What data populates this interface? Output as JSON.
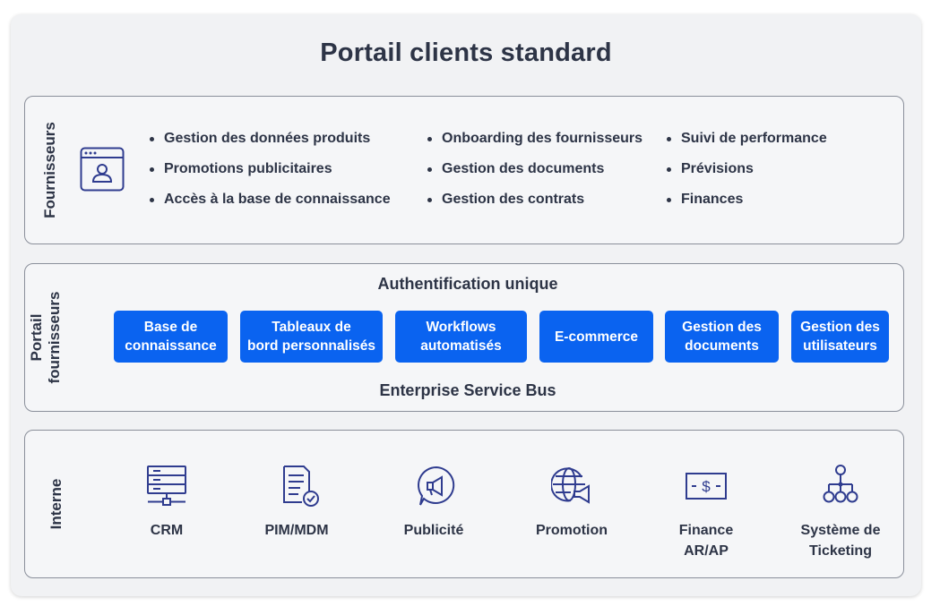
{
  "title": "Portail clients standard",
  "suppliers": {
    "label": "Fournisseurs",
    "icon": "browser-user-icon",
    "columns": [
      [
        "Gestion des données produits",
        "Promotions publicitaires",
        "Accès à la base de connaissance"
      ],
      [
        "Onboarding des fournisseurs",
        "Gestion des documents",
        "Gestion des contrats"
      ],
      [
        "Suivi de performance",
        "Prévisions",
        "Finances"
      ]
    ]
  },
  "portal": {
    "label_line1": "Portail",
    "label_line2": "fournisseurs",
    "sso": "Authentification unique",
    "esb": "Enterprise Service Bus",
    "modules": [
      {
        "line1": "Base de",
        "line2": "connaissance"
      },
      {
        "line1": "Tableaux de",
        "line2": "bord personnalisés"
      },
      {
        "line1": "Workflows",
        "line2": "automatisés"
      },
      {
        "line1": "E-commerce",
        "line2": ""
      },
      {
        "line1": "Gestion des",
        "line2": "documents"
      },
      {
        "line1": "Gestion des",
        "line2": "utilisateurs"
      }
    ]
  },
  "internal": {
    "label": "Interne",
    "systems": [
      {
        "icon": "server-network-icon",
        "line1": "CRM",
        "line2": ""
      },
      {
        "icon": "document-check-icon",
        "line1": "PIM/MDM",
        "line2": ""
      },
      {
        "icon": "megaphone-icon",
        "line1": "Publicité",
        "line2": ""
      },
      {
        "icon": "globe-megaphone-icon",
        "line1": "Promotion",
        "line2": ""
      },
      {
        "icon": "dollar-bill-icon",
        "line1": "Finance",
        "line2": "AR/AP"
      },
      {
        "icon": "hierarchy-icon",
        "line1": "Système de",
        "line2": "Ticketing"
      }
    ]
  },
  "colors": {
    "accent": "#0a63f0",
    "icon": "#2f3c8f",
    "text": "#2d3446"
  }
}
